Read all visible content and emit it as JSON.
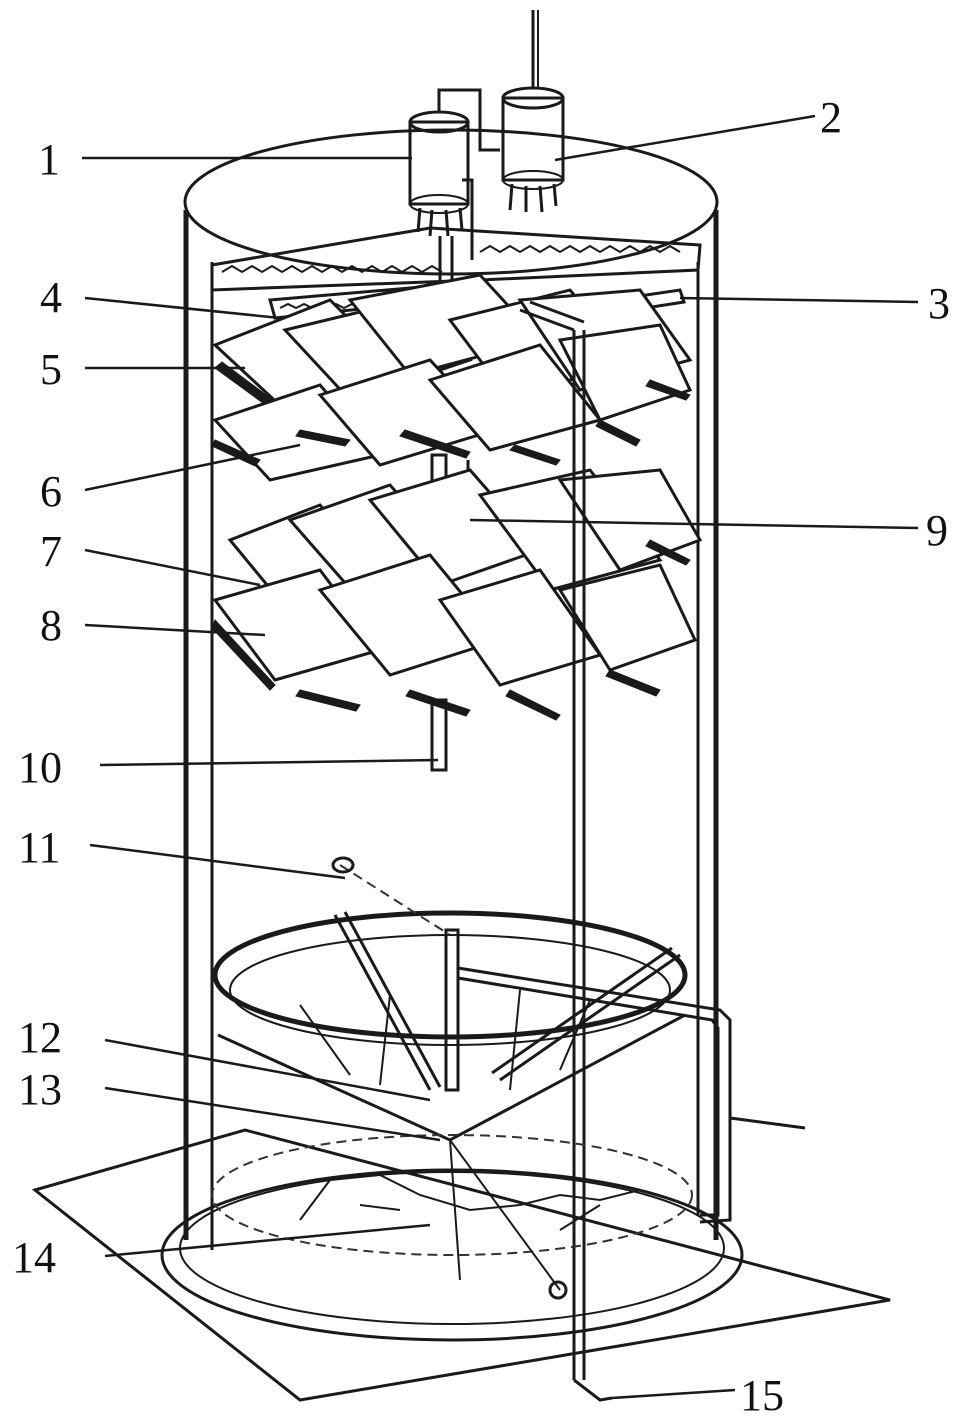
{
  "labels": [
    {
      "id": "1",
      "text": "1"
    },
    {
      "id": "2",
      "text": "2"
    },
    {
      "id": "3",
      "text": "3"
    },
    {
      "id": "4",
      "text": "4"
    },
    {
      "id": "5",
      "text": "5"
    },
    {
      "id": "6",
      "text": "6"
    },
    {
      "id": "7",
      "text": "7"
    },
    {
      "id": "8",
      "text": "8"
    },
    {
      "id": "9",
      "text": "9"
    },
    {
      "id": "10",
      "text": "10"
    },
    {
      "id": "11",
      "text": "11"
    },
    {
      "id": "12",
      "text": "12"
    },
    {
      "id": "13",
      "text": "13"
    },
    {
      "id": "14",
      "text": "14"
    },
    {
      "id": "15",
      "text": "15"
    }
  ],
  "colors": {
    "ink": "#1a1a1a",
    "paper": "#ffffff"
  }
}
